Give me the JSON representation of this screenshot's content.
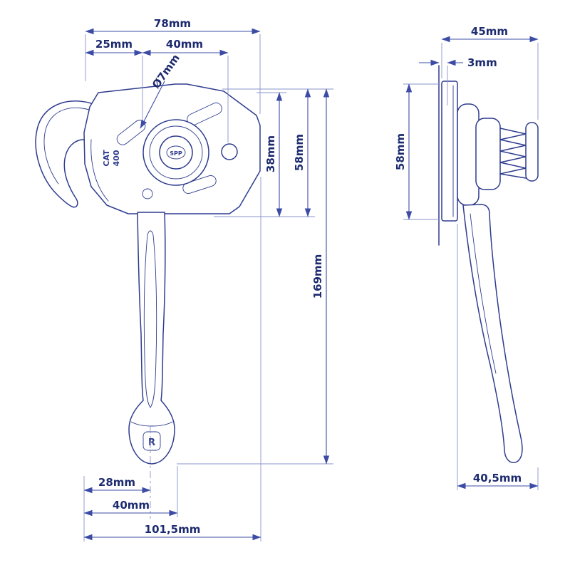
{
  "front_view": {
    "dims": {
      "top_width": "78mm",
      "left_offset": "25mm",
      "hole_spacing": "40mm",
      "hole_diameter": "Ø7mm",
      "mid_height": "38mm",
      "plate_height": "58mm",
      "total_height": "169mm",
      "handle_offset": "28mm",
      "knob_width": "40mm",
      "total_width": "101,5mm"
    },
    "markings": {
      "cat": "CAT",
      "model": "400",
      "logo": "SPP",
      "badge": "R"
    }
  },
  "side_view": {
    "dims": {
      "depth": "45mm",
      "plate_thickness": "3mm",
      "plate_height": "58mm",
      "lever_offset": "40,5mm"
    }
  },
  "colors": {
    "line": "#2e3c8e",
    "dimension": "#3c4ca6",
    "text": "#1d2b6f",
    "background": "#ffffff"
  }
}
